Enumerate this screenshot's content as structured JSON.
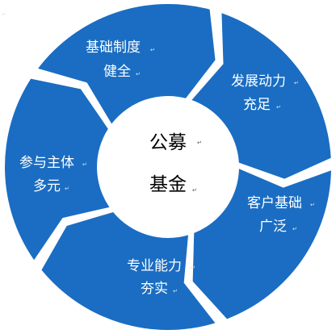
{
  "colors": {
    "segment_fill": "#1a6dc2",
    "segment_gap": "#ffffff",
    "segment_text": "#ffffff",
    "center_fill": "#ffffff",
    "center_text": "#000000"
  },
  "center": {
    "line1": "公募",
    "line2": "基金"
  },
  "segments": [
    {
      "line1": "基础制度",
      "line2": "健全"
    },
    {
      "line1": "发展动力",
      "line2": "充足"
    },
    {
      "line1": "客户基础",
      "line2": "广泛"
    },
    {
      "line1": "专业能力",
      "line2": "夯实"
    },
    {
      "line1": "参与主体",
      "line2": "多元"
    }
  ]
}
